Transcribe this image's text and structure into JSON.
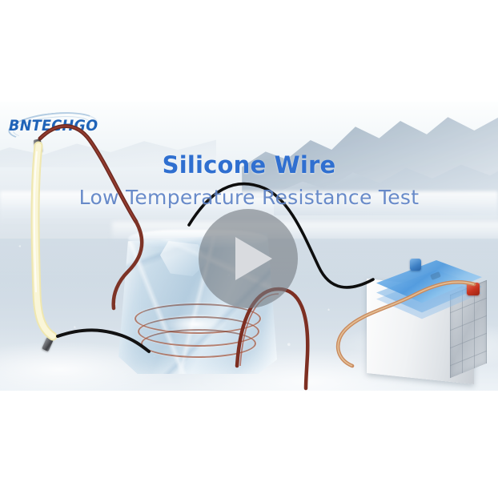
{
  "video": {
    "brand_logo_text": "BNTECHGO",
    "title": "Silicone Wire",
    "subtitle": "Low Temperature Resistance Test",
    "play_button_label": "Play video",
    "colors": {
      "title_blue": "#2f6fd0",
      "subtitle_blue": "#5d82c6",
      "logo_blue": "#1f63b8",
      "play_circle": "rgba(118,124,130,.62)",
      "play_triangle": "#d9dbdf",
      "wire_red": "#7d2f22",
      "wire_black": "#101010",
      "tube_yellow": "#f6f0c4",
      "battery_blue": "#4f9ade",
      "battery_terminal_red": "#c7331f",
      "background_ice": "#dbe3ea"
    },
    "scene": {
      "led_tube_label": "silicone-wire-tube",
      "ice_block_label": "ice-block-with-coiled-wire",
      "battery_label": "car-battery",
      "negative_terminal": "negative-terminal",
      "positive_terminal": "positive-terminal"
    }
  }
}
